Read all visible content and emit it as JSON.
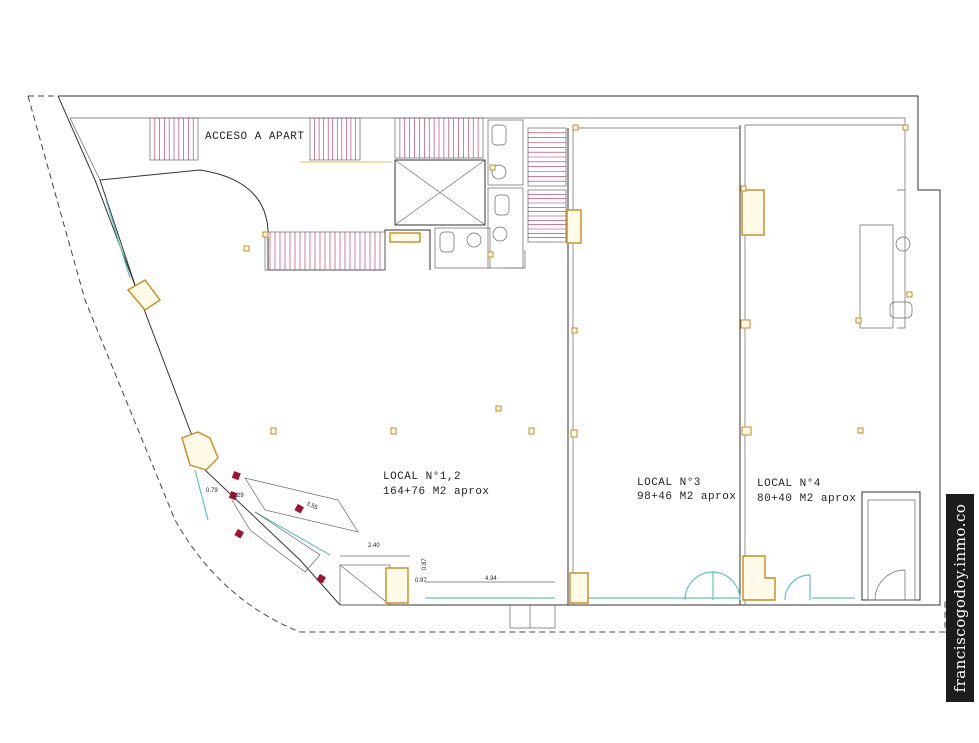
{
  "plan": {
    "access_label": "ACCESO A APART",
    "locales": [
      {
        "name": "LOCAL N°1,2",
        "area": "164+76 M2 aprox"
      },
      {
        "name": "LOCAL N°3",
        "area": "98+46 M2 aprox"
      },
      {
        "name": "LOCAL N°4",
        "area": "80+40 M2 aprox"
      }
    ],
    "dimensions": [
      "3.55",
      "2.40",
      "0.79",
      "1.29",
      "0.97",
      "4.34",
      "0.87"
    ]
  },
  "watermark": "franciscogodoy.inmo.co",
  "colors": {
    "column_outline": "#c98a1a",
    "glazing": "#5fc4c0",
    "stair_lines": "#b02a5a",
    "marker": "#a31030"
  }
}
